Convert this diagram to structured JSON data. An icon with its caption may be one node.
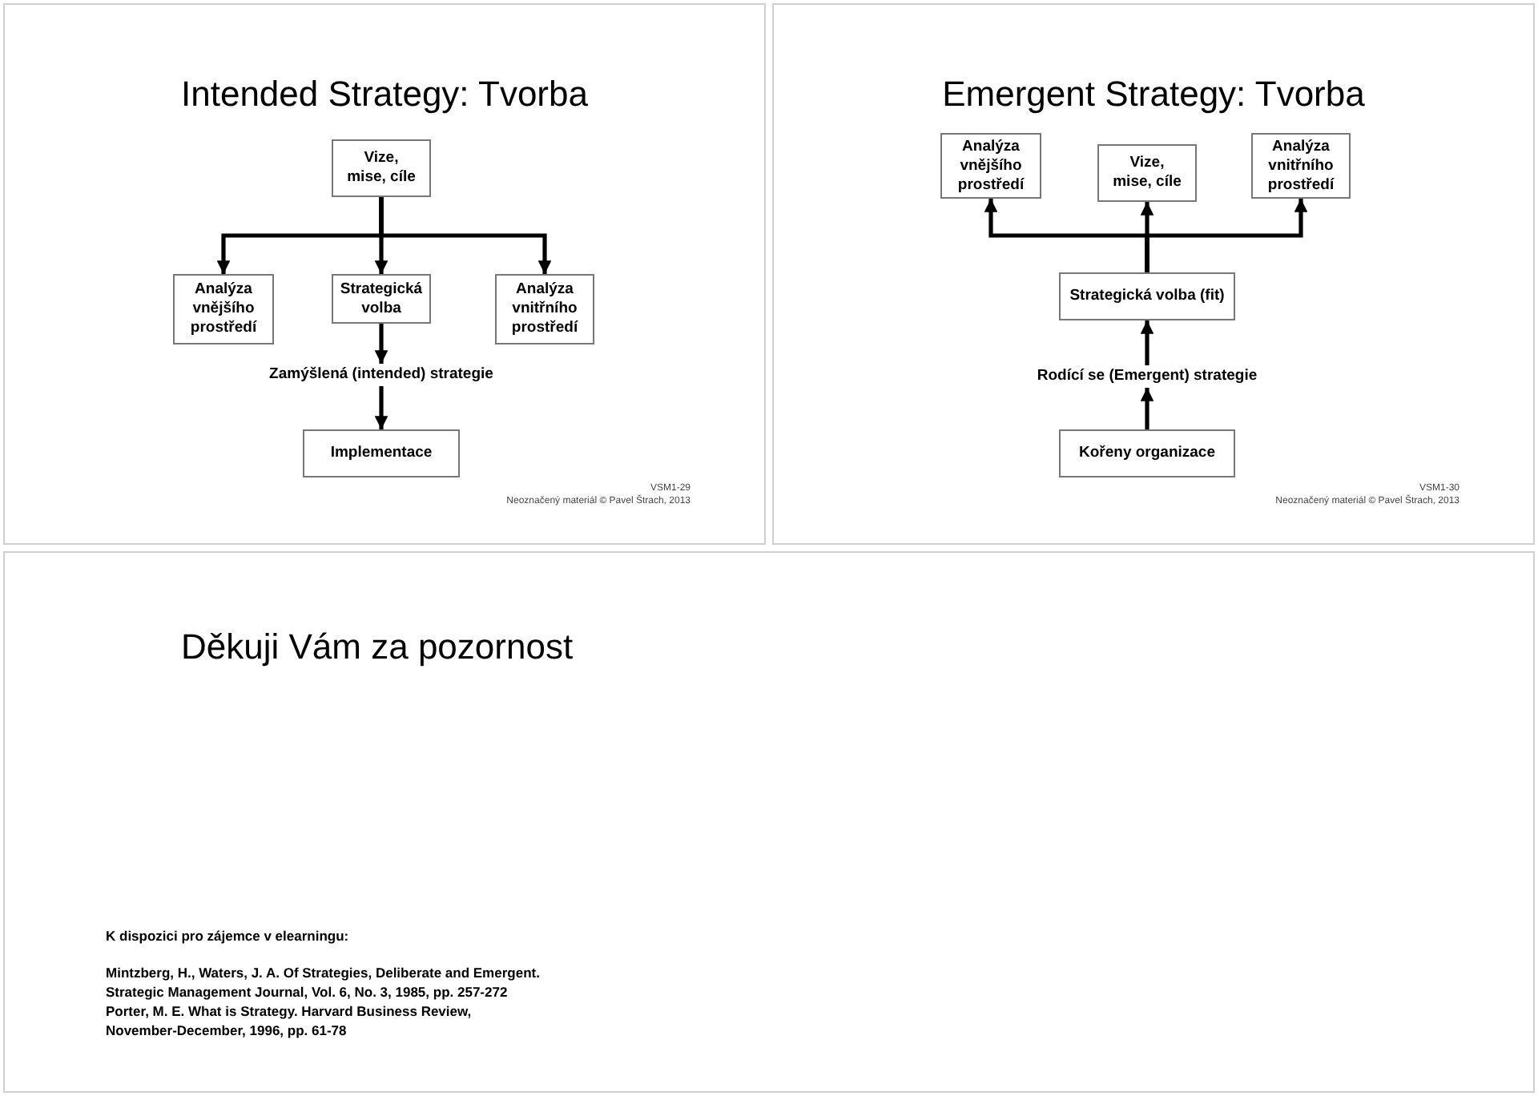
{
  "diagram": {
    "nodes": [
      {
        "text": [
          "Intended Strategy: Tvorba",
          "VSM1-29",
          "Neoznačený materiál © Pavel Štrach, 2013"
        ]
      },
      {
        "text": [
          "Vize, mise, cíle"
        ],
        "in": 0
      },
      {
        "text": [
          "Analýza vnějšího prostředí"
        ],
        "in": 0
      },
      {
        "text": [
          "Strategická volba"
        ],
        "in": 0
      },
      {
        "text": [
          "Analýza vnitřního prostředí"
        ],
        "in": 0
      },
      {
        "text": [
          "Zamýšlená (intended) strategie"
        ],
        "in": 0
      },
      {
        "text": [
          "Implementace"
        ],
        "in": 0
      },
      {
        "text": [
          "Emergent Strategy: Tvorba",
          "VSM1-30",
          "Neoznačený materiál © Pavel Štrach, 2013"
        ]
      },
      {
        "text": [
          "Analýza vnějšího prostředí"
        ],
        "in": 7
      },
      {
        "text": [
          "Vize, mise, cíle"
        ],
        "in": 7
      },
      {
        "text": [
          "Analýza vnitřního prostředí"
        ],
        "in": 7
      },
      {
        "text": [
          "Strategická volba (fit)"
        ],
        "in": 7
      },
      {
        "text": [
          "Rodící se (Emergent) strategie"
        ],
        "in": 7
      },
      {
        "text": [
          "Kořeny organizace"
        ],
        "in": 7
      },
      {
        "text": [
          "Děkuji Vám za pozornost",
          "K dispozici pro zájemce v elearningu:",
          "Mintzberg, H., Waters, J. A. Of Strategies, Deliberate and Emergent. Strategic Management Journal, Vol. 6, No. 3, 1985, pp. 257-272",
          "Porter, M. E. What is Strategy. Harvard Business Review, November-December, 1996, pp. 61-78"
        ]
      }
    ],
    "edges": [
      {
        "from": 1,
        "to": 2,
        "arrow": "to"
      },
      {
        "from": 1,
        "to": 3,
        "arrow": "to"
      },
      {
        "from": 1,
        "to": 4,
        "arrow": "to"
      },
      {
        "from": 3,
        "to": 5,
        "arrow": "to"
      },
      {
        "from": 5,
        "to": 6,
        "arrow": "to"
      },
      {
        "from": 11,
        "to": 8,
        "arrow": "to"
      },
      {
        "from": 11,
        "to": 9,
        "arrow": "to"
      },
      {
        "from": 11,
        "to": 10,
        "arrow": "to"
      },
      {
        "from": 12,
        "to": 11,
        "arrow": "to"
      },
      {
        "from": 13,
        "to": 12,
        "arrow": "to"
      }
    ]
  }
}
